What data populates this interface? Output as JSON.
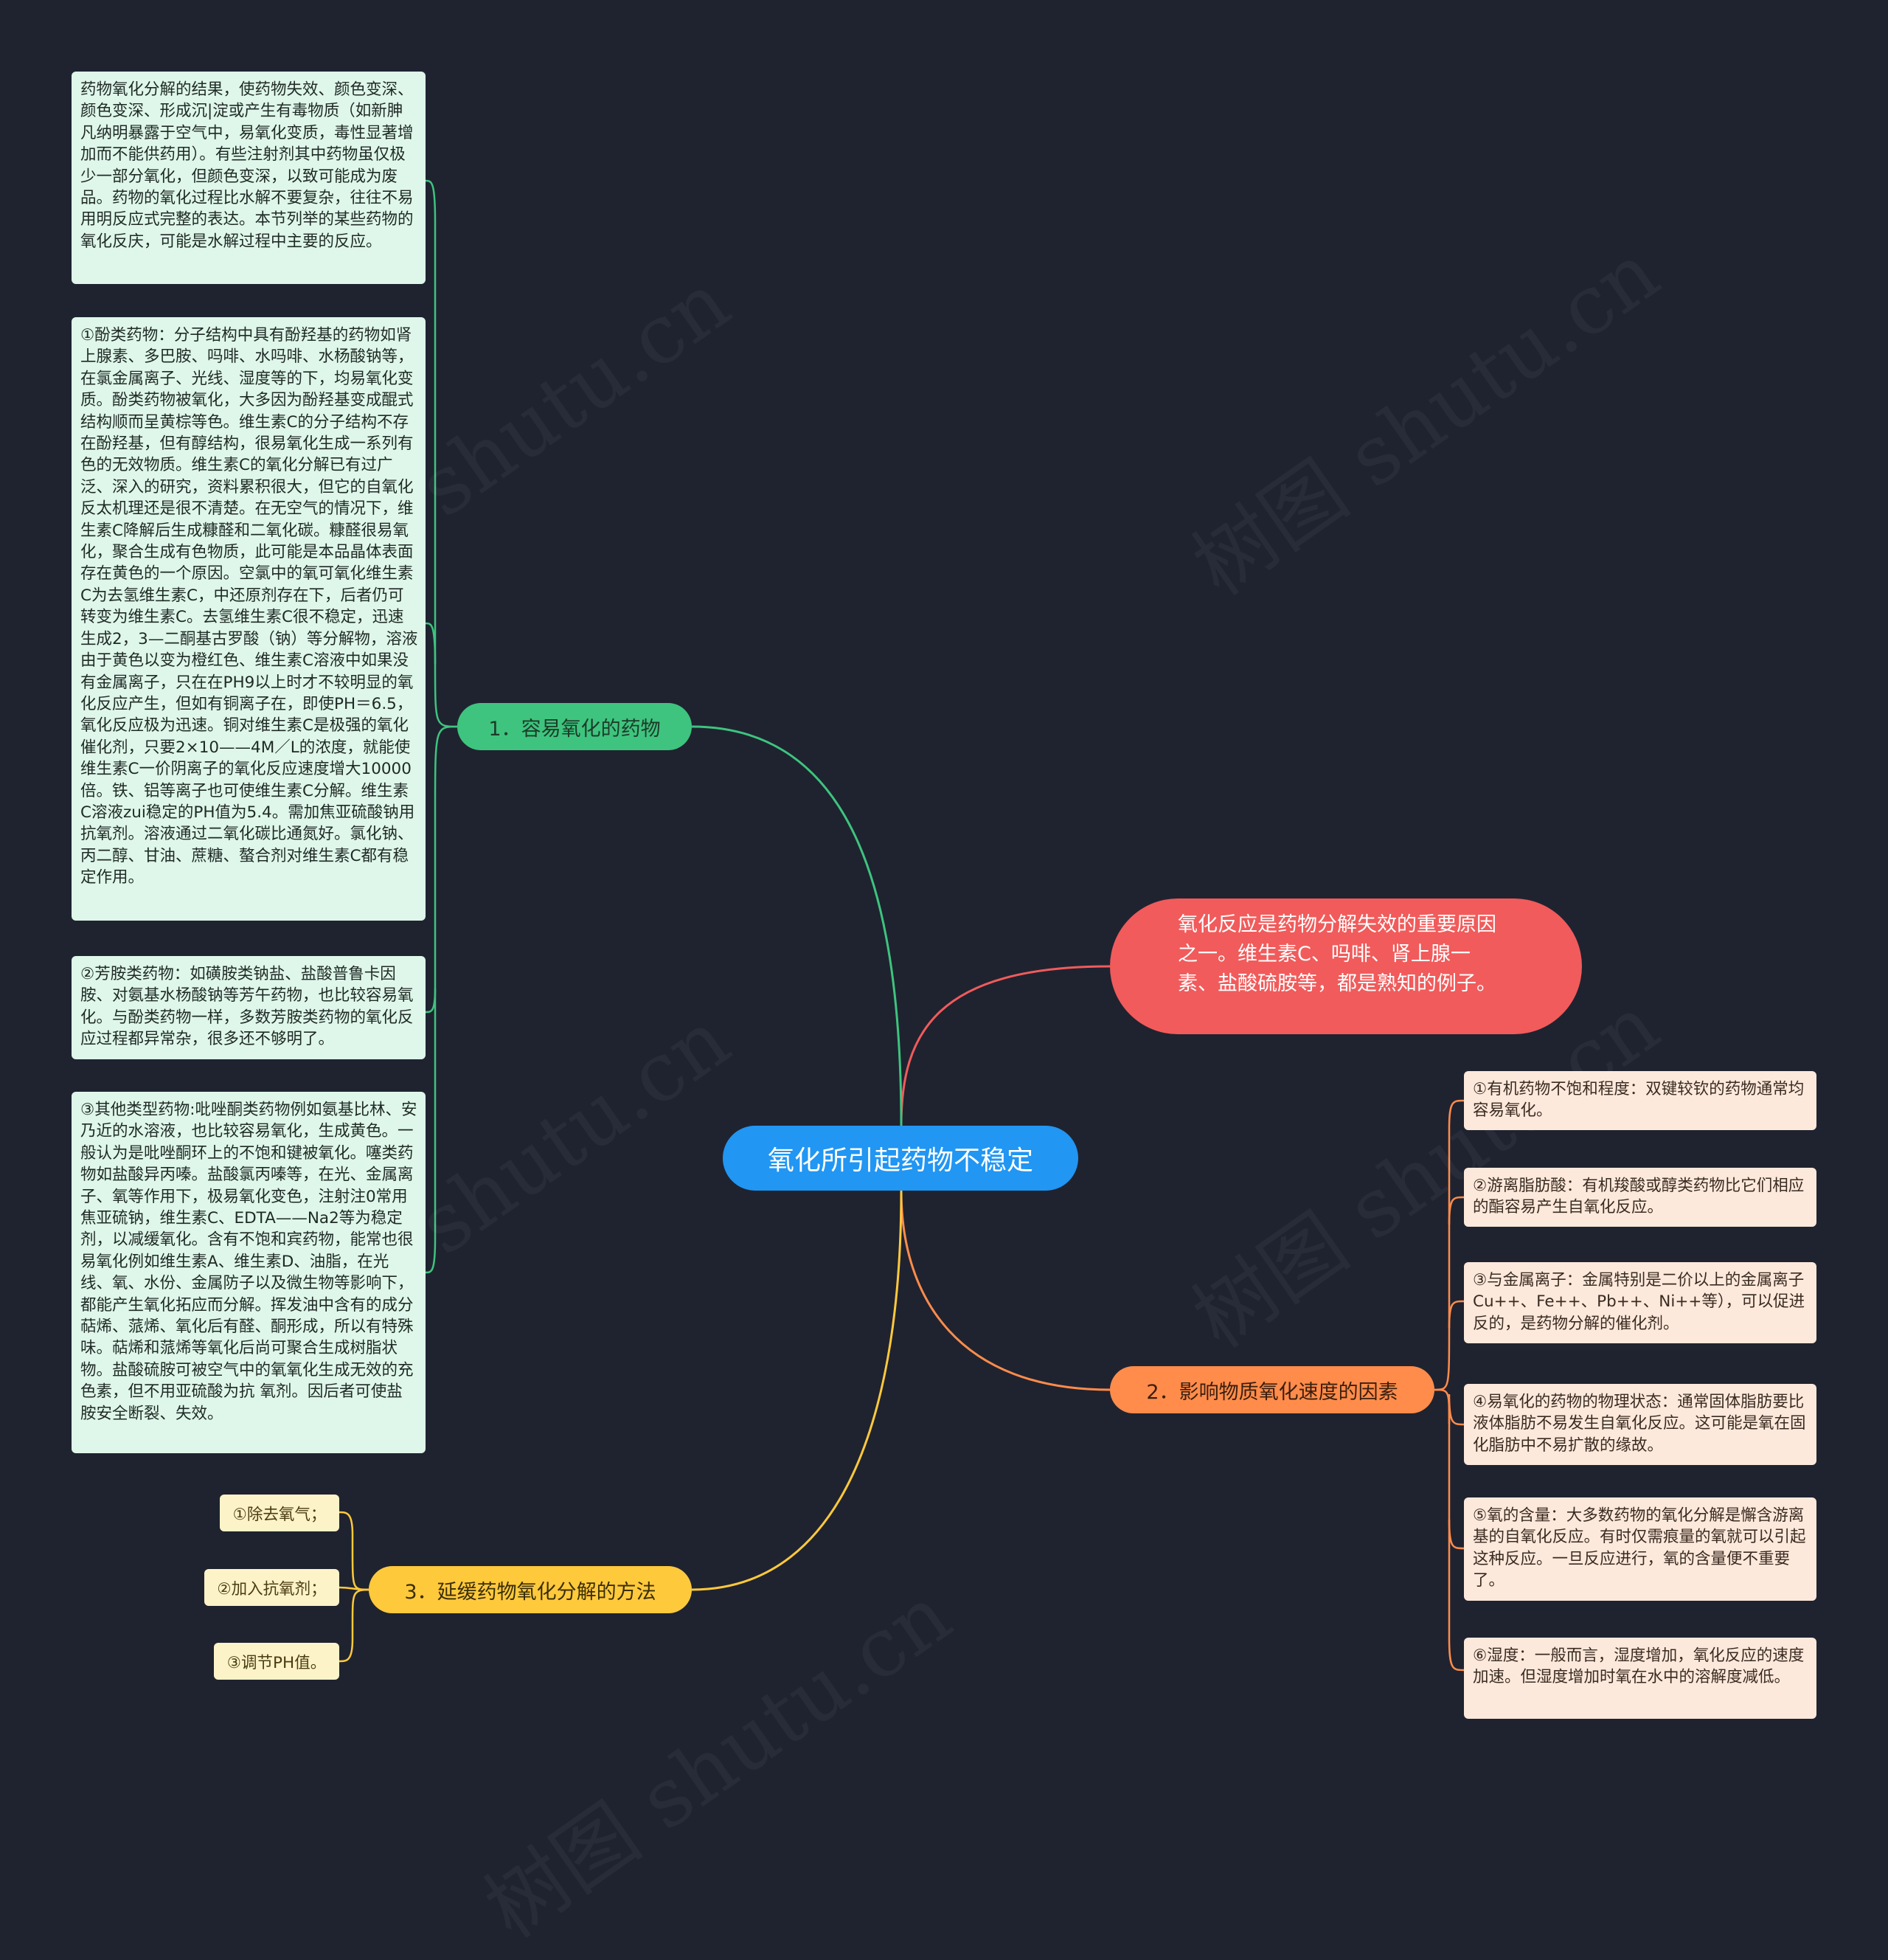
{
  "root": "氧化所引起药物不稳定",
  "intro": "氧化反应是药物分解失效的重要原因之一。维生素C、吗啡、肾上腺一素、盐酸硫胺等，都是熟知的例子。",
  "branch1": {
    "label": "1．容易氧化的药物",
    "items": [
      "药物氧化分解的结果，使药物失效、颜色变深、颜色变深、形成沉|淀或产生有毒物质（如新胂凡纳明暴露于空气中，易氧化变质，毒性显著增加而不能供药用）。有些注射剂其中药物虽仅极少一部分氧化，但颜色变深，以致可能成为废品。药物的氧化过程比水解不要复杂，往往不易用明反应式完整的表达。本节列举的某些药物的氧化反庆，可能是水解过程中主要的反应。",
      "①酚类药物：分子结构中具有酚羟基的药物如肾上腺素、多巴胺、吗啡、水吗啡、水杨酸钠等，在氯金属离子、光线、湿度等的下，均易氧化变质。酚类药物被氧化，大多因为酚羟基变成醌式结构顺而呈黄棕等色。维生素C的分子结构不存在酚羟基，但有醇结构，很易氧化生成一系列有色的无效物质。维生素C的氧化分解已有过广泛、深入的研究，资料累积很大，但它的自氧化反太机理还是很不清楚。在无空气的情况下，维生素C降解后生成糠醛和二氧化碳。糠醛很易氧化，聚合生成有色物质，此可能是本品晶体表面存在黄色的一个原因。空氯中的氧可氧化维生素C为去氢维生素C，中还原剂存在下，后者仍可转变为维生素C。去氢维生素C很不稳定，迅速生成2，3—二酮基古罗酸（钠）等分解物，溶液由于黄色以变为橙红色、维生素C溶液中如果没有金属离子，只在在PH9以上时才不较明显的氧化反应产生，但如有铜离子在，即使PH＝6.5，氧化反应极为迅速。铜对维生素C是极强的氧化催化剂，只要2×10——4M／L的浓度，就能使维生素C一价阴离子的氧化反应速度增大10000倍。铁、铝等离子也可使维生素C分解。维生素C溶液zui稳定的PH值为5.4。需加焦亚硫酸钠用抗氧剂。溶液通过二氧化碳比通氮好。氯化钠、丙二醇、甘油、蔗糖、螯合剂对维生素C都有稳定作用。",
      "②芳胺类药物：如磺胺类钠盐、盐酸普鲁卡因胺、对氨基水杨酸钠等芳午药物，也比较容易氧化。与酚类药物一样，多数芳胺类药物的氧化反应过程都异常杂，很多还不够明了。",
      "③其他类型药物:吡唑酮类药物例如氨基比林、安乃近的水溶液，也比较容易氧化，生成黄色。一般认为是吡唑酮环上的不饱和键被氧化。噻类药物如盐酸异丙嗪。盐酸氯丙嗪等，在光、金属离子、氧等作用下，极易氧化变色，注射注0常用焦亚硫钠，维生素C、EDTA——Na2等为稳定剂，以减缓氧化。含有不饱和宾药物，能常也很易氧化例如维生素A、维生素D、油脂，在光线、氧、水份、金属防子以及微生物等影响下，都能产生氧化拓应而分解。挥发油中含有的成分萜烯、蒎烯、氧化后有醛、酮形成，所以有特殊味。萜烯和蒎烯等氧化后尚可聚合生成树脂状物。盐酸硫胺可被空气中的氧氧化生成无效的充色素，但不用亚硫酸为抗 氧剂。因后者可使盐胺安全断裂、失效。"
    ]
  },
  "branch2": {
    "label": "2．影响物质氧化速度的因素",
    "items": [
      "①有机药物不饱和程度：双键较钦的药物通常均容易氧化。",
      "②游离脂肪酸：有机羧酸或醇类药物比它们相应的酯容易产生自氧化反应。",
      "③与金属离子：金属特别是二价以上的金属离子Cu++、Fe++、Pb++、Ni++等），可以促进反的，是药物分解的催化剂。",
      "④易氧化的药物的物理状态：通常固体脂肪要比液体脂肪不易发生自氧化反应。这可能是氧在固化脂肪中不易扩散的缘故。",
      "⑤氧的含量：大多数药物的氧化分解是懈含游离基的自氧化反应。有时仅需痕量的氧就可以引起这种反应。一旦反应进行，氧的含量便不重要了。",
      "⑥湿度：一般而言，湿度增加，氧化反应的速度加速。但湿度增加时氧在水中的溶解度减低。"
    ]
  },
  "branch3": {
    "label": "3．延缓药物氧化分解的方法",
    "items": [
      "①除去氧气；",
      "②加入抗氧剂；",
      "③调节PH值。"
    ]
  },
  "colors": {
    "background": "#1f2330",
    "root": "#2196f3",
    "intro": "#f15b5b",
    "branch1": "#3ec47e",
    "branch2": "#ff8c4b",
    "branch3": "#ffc93c",
    "leaf1": "#dff7ea",
    "leaf2": "#fde9dc",
    "leaf3": "#fdf3c8"
  }
}
